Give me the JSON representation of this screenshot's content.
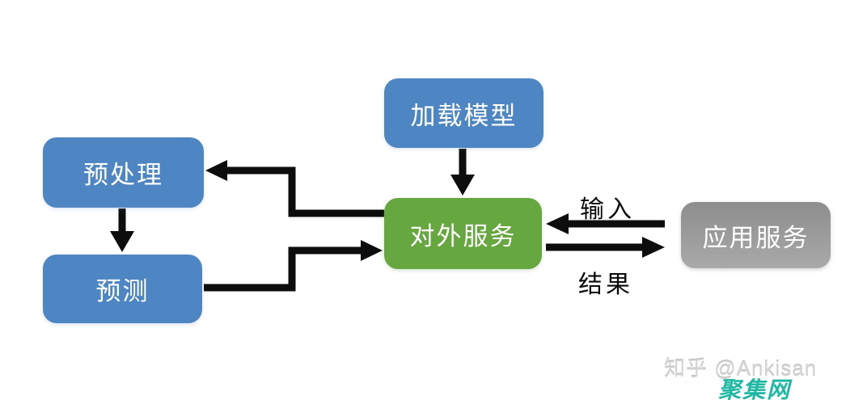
{
  "diagram": {
    "nodes": [
      {
        "id": "load-model",
        "label": "加载模型",
        "color": "#4e86c4"
      },
      {
        "id": "preprocess",
        "label": "预处理",
        "color": "#4e86c4"
      },
      {
        "id": "predict",
        "label": "预测",
        "color": "#4e86c4"
      },
      {
        "id": "external-service",
        "label": "对外服务",
        "color": "#66a73f"
      },
      {
        "id": "app-service",
        "label": "应用服务",
        "color": "#9b9b9b"
      }
    ],
    "edges": [
      {
        "from": "load-model",
        "to": "external-service",
        "label": ""
      },
      {
        "from": "preprocess",
        "to": "predict",
        "label": ""
      },
      {
        "from": "external-service",
        "to": "preprocess",
        "label": ""
      },
      {
        "from": "predict",
        "to": "external-service",
        "label": ""
      },
      {
        "from": "app-service",
        "to": "external-service",
        "label": "输入"
      },
      {
        "from": "external-service",
        "to": "app-service",
        "label": "结果"
      }
    ]
  },
  "watermarks": {
    "zhihu": "知乎 @Ankisan",
    "site": "聚集网"
  },
  "colors": {
    "node_blue": "#4e86c4",
    "node_green": "#66a73f",
    "node_gray_top": "#8d8d8d",
    "node_gray_bottom": "#a9a9a9",
    "arrow": "#0d0d0d",
    "watermark_gray": "#d3d3d3",
    "watermark_teal": "#1fb9a3",
    "background": "#ffffff"
  }
}
